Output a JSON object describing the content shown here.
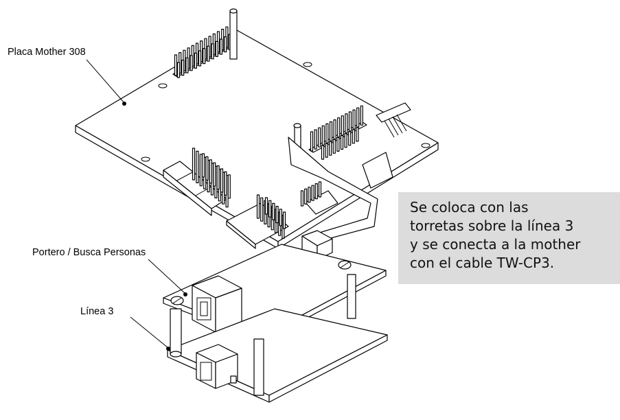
{
  "labels": {
    "mother": "Placa Mother 308",
    "portero": "Portero / Busca Personas",
    "linea": "Línea 3"
  },
  "note": {
    "lines": [
      "Se coloca con las",
      "torretas sobre la línea 3",
      "y se conecta a la mother",
      "con el cable TW-CP3."
    ],
    "background": "#dcdcdc"
  }
}
